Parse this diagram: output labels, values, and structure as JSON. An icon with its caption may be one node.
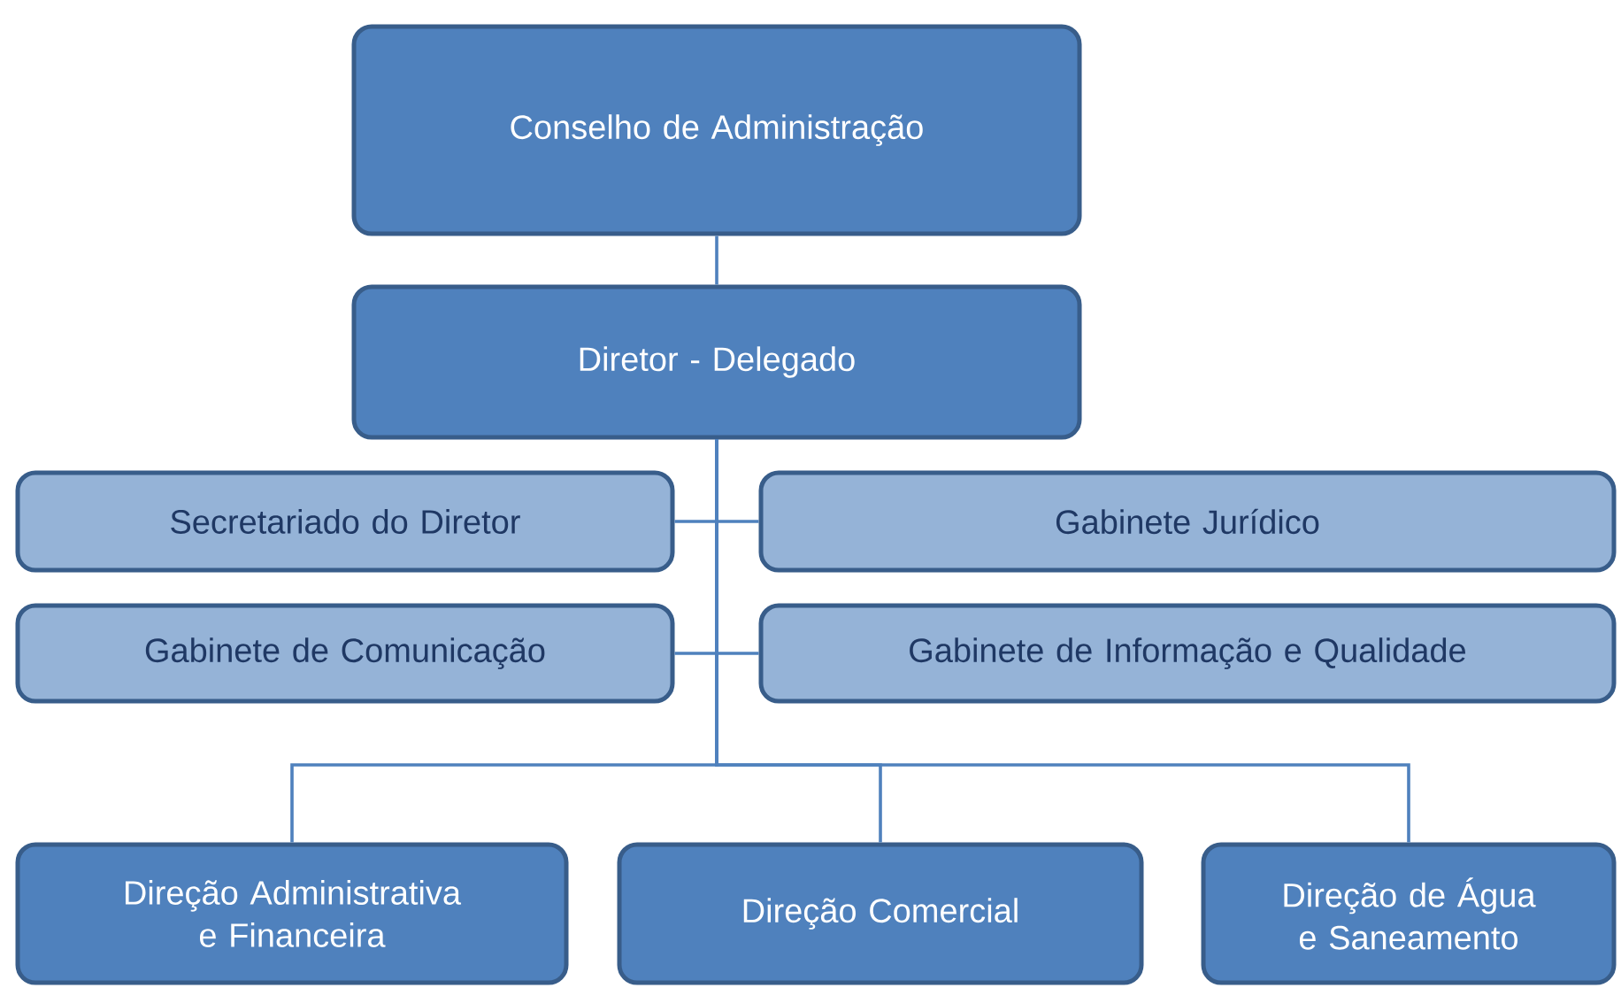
{
  "diagram": {
    "nodes": [
      {
        "text": [
          "Conselho de Administração"
        ]
      },
      {
        "text": [
          "Diretor - Delegado"
        ]
      },
      {
        "text": [
          "Secretariado do Diretor"
        ]
      },
      {
        "text": [
          "Gabinete Jurídico"
        ]
      },
      {
        "text": [
          "Gabinete de Comunicação"
        ]
      },
      {
        "text": [
          "Gabinete de Informação e Qualidade"
        ]
      },
      {
        "text": [
          "Direção Administrativa e Financeira"
        ]
      },
      {
        "text": [
          "Direção Comercial"
        ]
      },
      {
        "text": [
          "Direção de Água e Saneamento"
        ]
      }
    ],
    "edges": [
      {
        "from": 0,
        "to": 1,
        "arrow": "none"
      },
      {
        "from": 1,
        "to": 2,
        "arrow": "none"
      },
      {
        "from": 1,
        "to": 3,
        "arrow": "none"
      },
      {
        "from": 1,
        "to": 4,
        "arrow": "none"
      },
      {
        "from": 1,
        "to": 5,
        "arrow": "none"
      },
      {
        "from": 1,
        "to": 6,
        "arrow": "none"
      },
      {
        "from": 1,
        "to": 7,
        "arrow": "none"
      },
      {
        "from": 1,
        "to": 8,
        "arrow": "none"
      }
    ]
  }
}
